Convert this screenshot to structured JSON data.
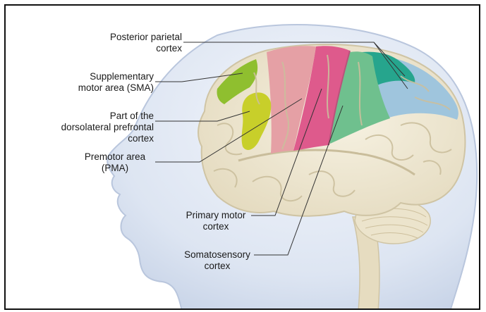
{
  "labels": {
    "posterior_parietal": {
      "line1": "Posterior parietal",
      "line2": "cortex"
    },
    "sma": {
      "line1": "Supplementary",
      "line2": "motor area (SMA)"
    },
    "dlpfc": {
      "line1": "Part of the",
      "line2": "dorsolateral prefrontal",
      "line3": "cortex"
    },
    "pma": {
      "line1": "Premotor area",
      "line2": "(PMA)"
    },
    "primary_motor": {
      "line1": "Primary motor",
      "line2": "cortex"
    },
    "somatosensory": {
      "line1": "Somatosensory",
      "line2": "cortex"
    }
  },
  "colors": {
    "frame": "#111111",
    "head_fill": "#dfe6f3",
    "head_edge": "#b9c6dd",
    "brain": "#efe9d6",
    "brain_edge": "#cfc4a4",
    "sma": "#8fbf2f",
    "dlpfc": "#c8cf2a",
    "premotor": "#e5a0a5",
    "primary_motor": "#de5a8c",
    "somatosensory": "#6fc08e",
    "posterior_parietal_teal": "#26a58d",
    "posterior_parietal_blue": "#9fc5dd",
    "leader_line": "#333333"
  }
}
